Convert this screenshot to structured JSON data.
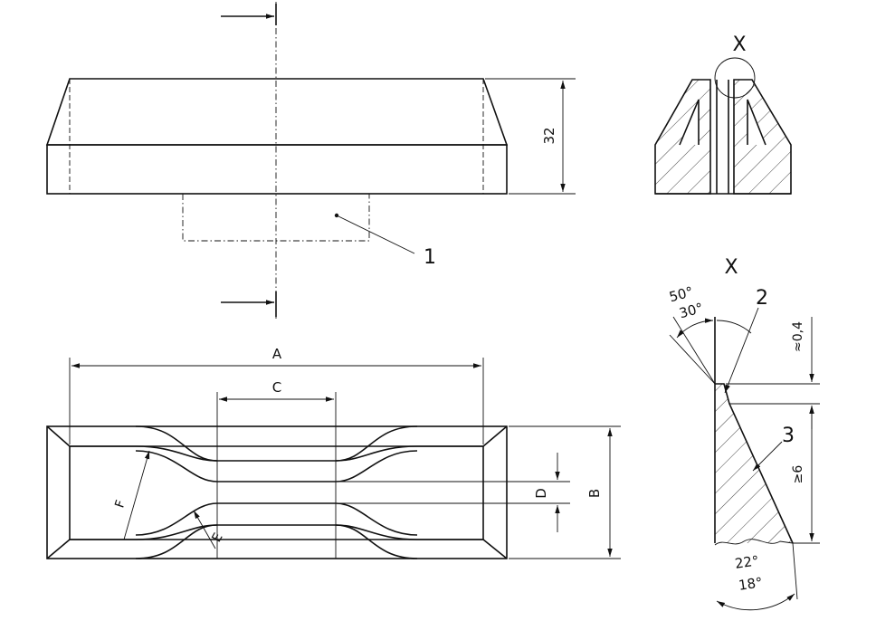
{
  "labels": {
    "item_1": "1",
    "item_2": "2",
    "item_3": "3",
    "section_mark_top": "X",
    "section_mark_detail": "X",
    "dim_height": "32",
    "dim_A": "A",
    "dim_B": "B",
    "dim_C": "C",
    "dim_D": "D",
    "dim_E": "E",
    "dim_F": "F",
    "angle_50": "50°",
    "angle_30": "30°",
    "angle_22": "22°",
    "angle_18": "18°",
    "dim_edge": "≈0,4",
    "dim_depth": "≥6"
  }
}
